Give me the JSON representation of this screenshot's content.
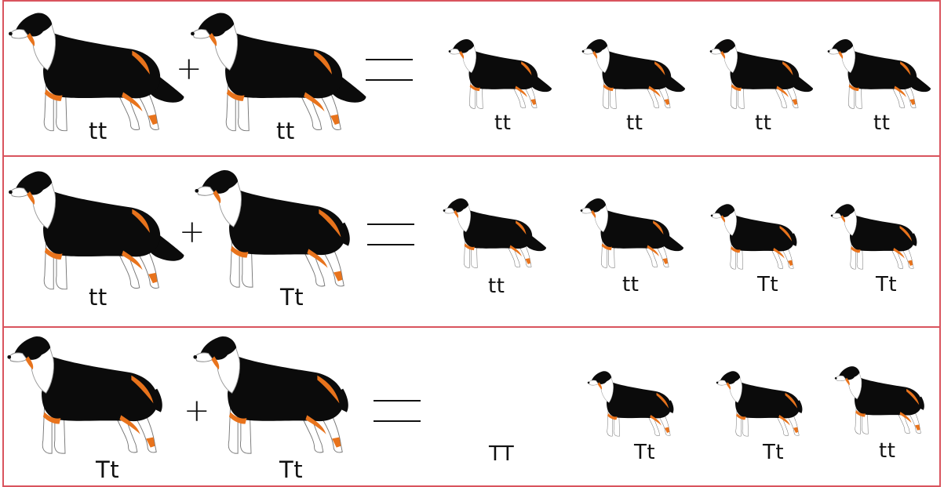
{
  "rows": [
    {
      "parent1": "tt",
      "parent2": "tt",
      "operator": "+",
      "offspring": [
        "tt",
        "tt",
        "tt",
        "tt"
      ]
    },
    {
      "parent1": "tt",
      "parent2": "Tt",
      "operator": "+",
      "offspring": [
        "tt",
        "tt",
        "Tt",
        "Tt"
      ]
    },
    {
      "parent1": "Tt",
      "parent2": "Tt",
      "operator": "+",
      "offspring": [
        "TT",
        "Tt",
        "Tt",
        "tt"
      ]
    }
  ],
  "colors": {
    "border": "#d9545e",
    "coat_black": "#0b0b0b",
    "tan": "#e8731c",
    "white": "#ffffff"
  },
  "icons": [
    "long-tail-dog-icon",
    "short-tail-dog-icon"
  ]
}
